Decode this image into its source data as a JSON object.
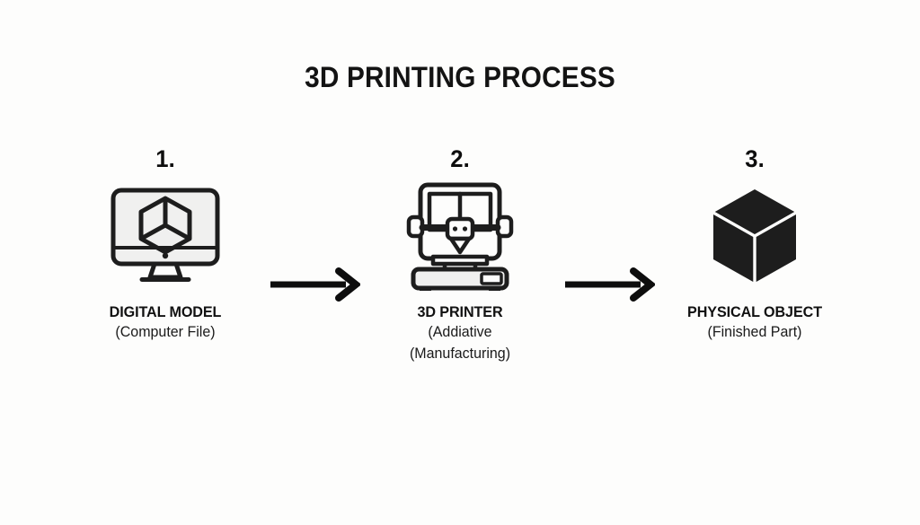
{
  "title": "3D PRINTING PROCESS",
  "background_color": "#fdfdfc",
  "ink_color": "#111111",
  "steps": [
    {
      "number": "1.",
      "title": "DIGITAL MODEL",
      "caption_lines": [
        "(Computer File)"
      ],
      "icon": "monitor-wireframe-cube-icon"
    },
    {
      "number": "2.",
      "title": "3D PRINTER",
      "caption_lines": [
        "(Addiative",
        "(Manufacturing)"
      ],
      "icon": "3d-printer-icon"
    },
    {
      "number": "3.",
      "title": "PHYSICAL OBJECT",
      "caption_lines": [
        "(Finished Part)"
      ],
      "icon": "solid-cube-icon"
    }
  ],
  "connectors": [
    {
      "name": "arrow-right-icon"
    },
    {
      "name": "arrow-right-icon"
    }
  ]
}
